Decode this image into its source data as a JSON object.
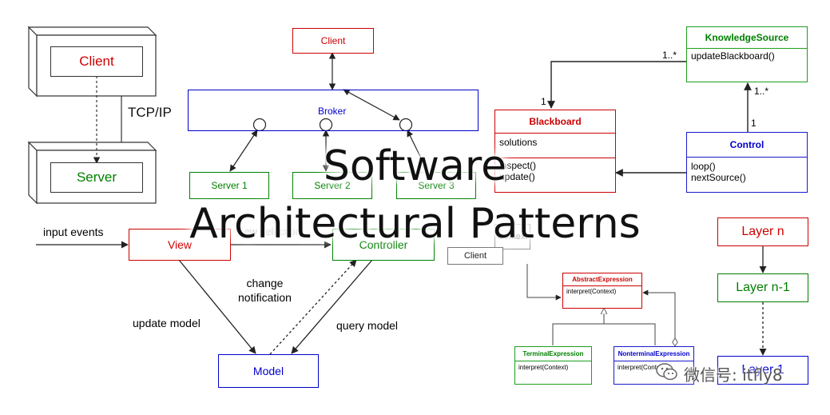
{
  "client_server": {
    "client": "Client",
    "server": "Server",
    "protocol": "TCP/IP"
  },
  "broker": {
    "client": "Client",
    "broker": "Broker",
    "servers": [
      "Server 1",
      "Server 2",
      "Server 3"
    ]
  },
  "blackboard": {
    "knowledge_source": {
      "name": "KnowledgeSource",
      "methods": [
        "updateBlackboard()"
      ]
    },
    "blackboard": {
      "name": "Blackboard",
      "attributes": [
        "solutions"
      ],
      "methods": [
        "inspect()",
        "update()"
      ]
    },
    "control": {
      "name": "Control",
      "methods": [
        "loop()",
        "nextSource()"
      ]
    },
    "multiplicities": [
      "1..*",
      "1",
      "1..*",
      "1"
    ]
  },
  "mvc": {
    "input": "input events",
    "view": "View",
    "controller": "Controller",
    "model": "Model",
    "change_notification": "change\nnotification",
    "update_model": "update model",
    "query_model": "query model",
    "partial_label": "view selection"
  },
  "interpreter": {
    "client": "Client",
    "context": "Context",
    "abstract": {
      "name": "AbstractExpression",
      "method": "interpret(Context)"
    },
    "terminal": {
      "name": "TerminalExpression",
      "method": "interpret(Context)"
    },
    "nonterminal": {
      "name": "NonterminalExpression",
      "method": "interpret(Context)"
    }
  },
  "layers": [
    "Layer n",
    "Layer n-1",
    "Layer 1"
  ],
  "title": {
    "line1": "Software",
    "line2": "Architectural Patterns"
  },
  "watermark": "微信号: itfly8",
  "colors": {
    "red": "#cc0000",
    "green": "#008000",
    "blue": "#0000cc",
    "uml_red": "#cc0000",
    "uml_green": "#1e9e1e",
    "uml_blue": "#1a1acc"
  }
}
